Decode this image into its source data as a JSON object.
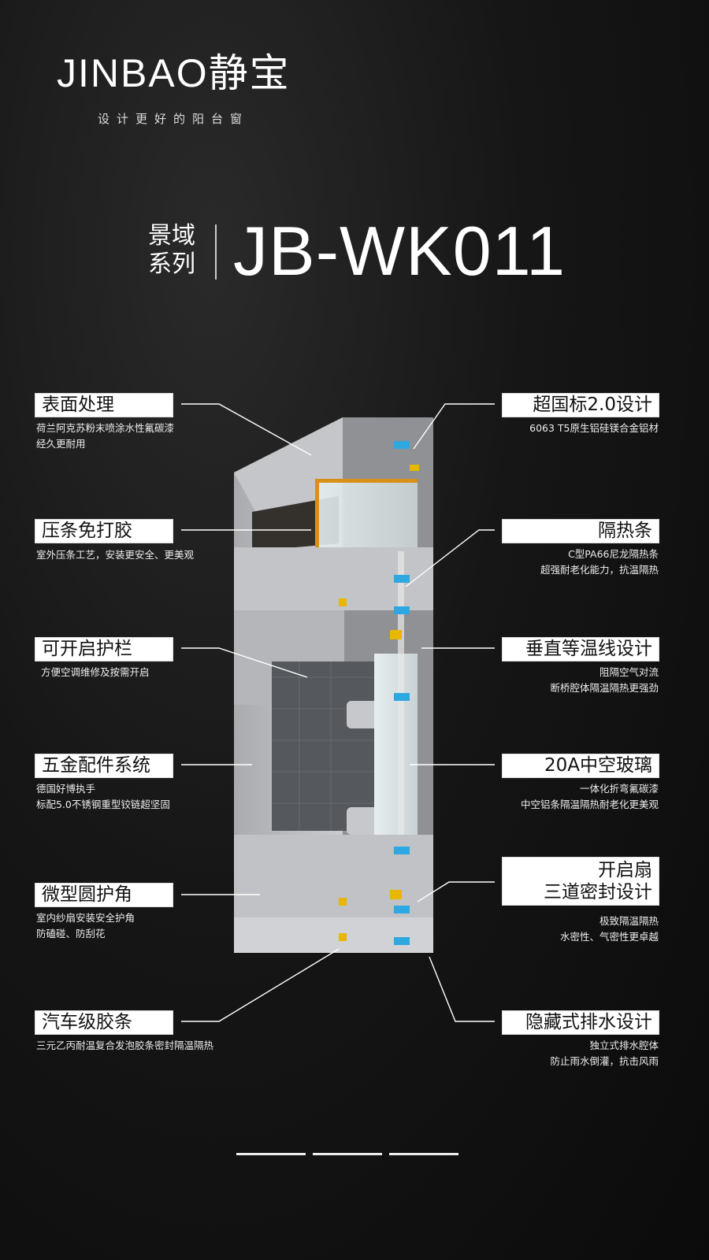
{
  "brand": {
    "logo": "JINBAO静宝",
    "tagline": "设计更好的阳台窗"
  },
  "product": {
    "series_line1": "景域",
    "series_line2": "系列",
    "model": "JB-WK011"
  },
  "features_left": [
    {
      "title": "表面处理",
      "desc": [
        "荷兰阿克苏粉末喷涂水性氟碳漆",
        "经久更耐用"
      ]
    },
    {
      "title": "压条免打胶",
      "desc": [
        "室外压条工艺，安装更安全、更美观"
      ]
    },
    {
      "title": "可开启护栏",
      "desc": [
        "方便空调维修及按需开启"
      ]
    },
    {
      "title": "五金配件系统",
      "desc": [
        "德国好博执手",
        "标配5.0不锈钢重型铰链超坚固"
      ]
    },
    {
      "title": "微型圆护角",
      "desc": [
        "室内纱扇安装安全护角",
        "防磕碰、防刮花"
      ]
    },
    {
      "title": "汽车级胶条",
      "desc": [
        "三元乙丙耐温复合发泡胶条密封隔温隔热"
      ]
    }
  ],
  "features_right": [
    {
      "title": "超国标2.0设计",
      "desc": [
        "6063 T5原生铝硅镁合金铝材"
      ]
    },
    {
      "title": "隔热条",
      "desc": [
        "C型PA66尼龙隔热条",
        "超强耐老化能力，抗温隔热"
      ]
    },
    {
      "title": "垂直等温线设计",
      "desc": [
        "阻隔空气对流",
        "断桥腔体隔温隔热更强劲"
      ]
    },
    {
      "title": "20A中空玻璃",
      "desc": [
        "一体化折弯氟碳漆",
        "中空铝条隔温隔热耐老化更美观"
      ]
    },
    {
      "title_line1": "开启扇",
      "title_line2": "三道密封设计",
      "desc": [
        "极致隔温隔热",
        "水密性、气密性更卓越"
      ]
    },
    {
      "title": "隐藏式排水设计",
      "desc": [
        "独立式排水腔体",
        "防止雨水倒灌，抗击风雨"
      ]
    }
  ],
  "colors": {
    "frame": "#b9bbbe",
    "thermal_strip": "#2ea8e0",
    "gasket": "#e8b800",
    "glass_edge": "#d9901a"
  }
}
